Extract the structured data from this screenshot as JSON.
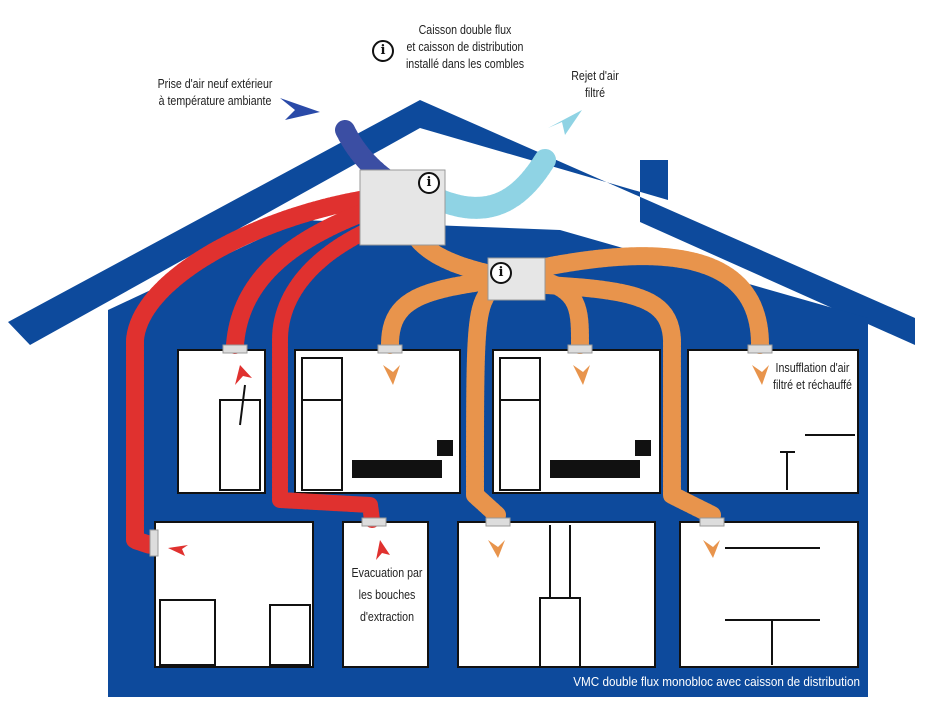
{
  "title": "VMC double flux monobloc avec caisson de distribution",
  "labels": {
    "caisson": [
      "Caisson double flux",
      "et caisson de distribution",
      "installé dans les combles"
    ],
    "prise_air": [
      "Prise d'air neuf extérieur",
      "à température ambiante"
    ],
    "rejet_air": [
      "Rejet d'air",
      "filtré"
    ],
    "insufflation": [
      "Insufflation d'air",
      "filtré et réchauffé"
    ],
    "evacuation": [
      "Evacuation par",
      "les bouches",
      "d'extraction"
    ]
  },
  "info_icon": "i",
  "colors": {
    "house": "#0d4a9c",
    "extract_duct": "#e0312f",
    "supply_duct": "#e8944c",
    "exhaust_duct": "#8fd3e4",
    "intake_duct": "#3b4ea3"
  }
}
